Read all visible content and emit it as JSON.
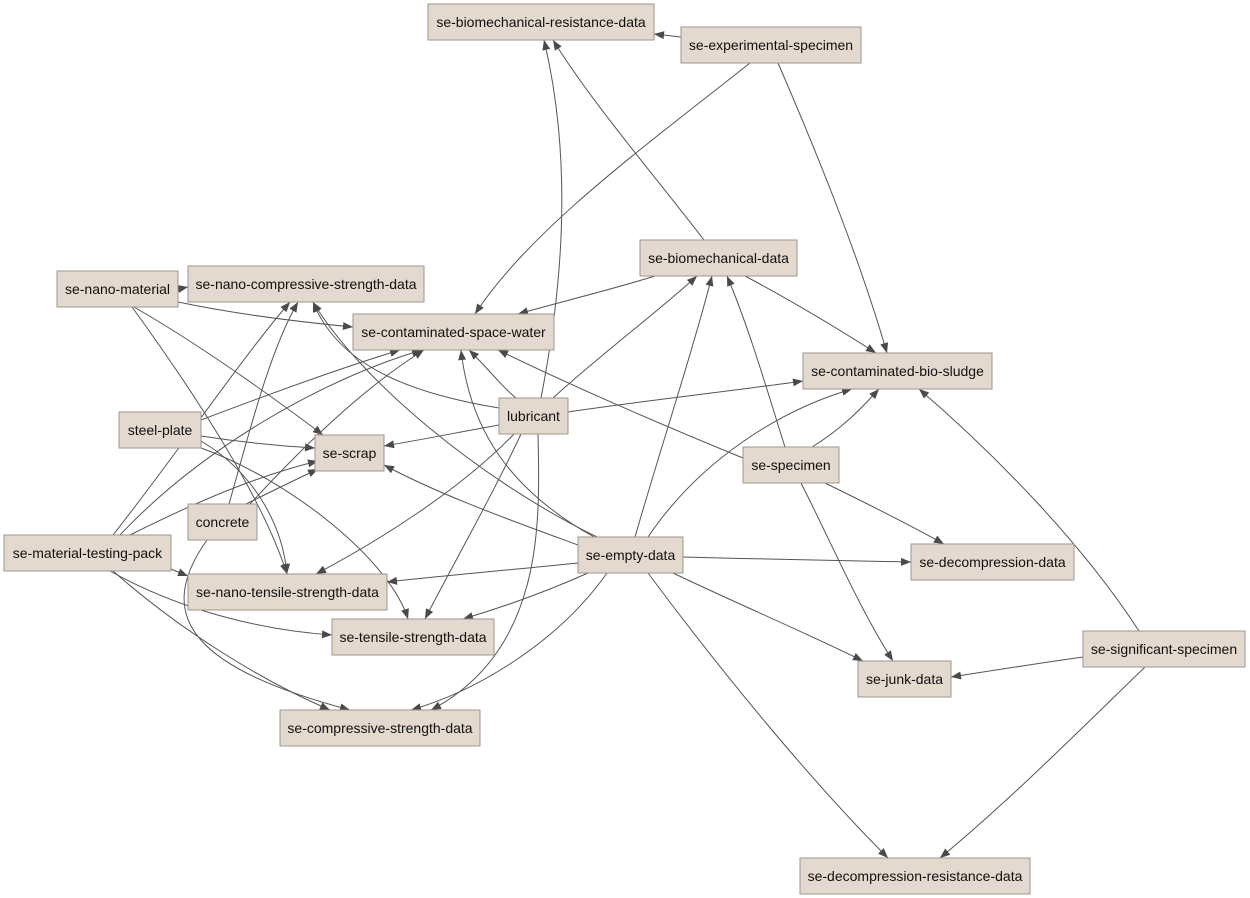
{
  "colors": {
    "node_fill": "#e3d9ce",
    "node_border": "#9d9690",
    "edge": "#555555",
    "arrow": "#4a4a4a",
    "text": "#111111"
  },
  "nodes": {
    "se-biomechanical-resistance-data": "se-biomechanical-resistance-data",
    "se-experimental-specimen": "se-experimental-specimen",
    "se-nano-material": "se-nano-material",
    "se-nano-compressive-strength-data": "se-nano-compressive-strength-data",
    "se-biomechanical-data": "se-biomechanical-data",
    "se-contaminated-space-water": "se-contaminated-space-water",
    "se-contaminated-bio-sludge": "se-contaminated-bio-sludge",
    "steel-plate": "steel-plate",
    "lubricant": "lubricant",
    "se-scrap": "se-scrap",
    "se-specimen": "se-specimen",
    "concrete": "concrete",
    "se-material-testing-pack": "se-material-testing-pack",
    "se-empty-data": "se-empty-data",
    "se-decompression-data": "se-decompression-data",
    "se-nano-tensile-strength-data": "se-nano-tensile-strength-data",
    "se-tensile-strength-data": "se-tensile-strength-data",
    "se-significant-specimen": "se-significant-specimen",
    "se-junk-data": "se-junk-data",
    "se-compressive-strength-data": "se-compressive-strength-data",
    "se-decompression-resistance-data": "se-decompression-resistance-data"
  },
  "edges": [
    {
      "from": "se-experimental-specimen",
      "to": "se-biomechanical-resistance-data"
    },
    {
      "from": "se-experimental-specimen",
      "to": "se-contaminated-space-water"
    },
    {
      "from": "se-experimental-specimen",
      "to": "se-contaminated-bio-sludge"
    },
    {
      "from": "se-biomechanical-data",
      "to": "se-biomechanical-resistance-data"
    },
    {
      "from": "se-biomechanical-data",
      "to": "se-contaminated-space-water"
    },
    {
      "from": "se-biomechanical-data",
      "to": "se-contaminated-bio-sludge"
    },
    {
      "from": "se-nano-material",
      "to": "se-nano-compressive-strength-data"
    },
    {
      "from": "se-nano-material",
      "to": "se-contaminated-space-water"
    },
    {
      "from": "se-nano-material",
      "to": "se-scrap"
    },
    {
      "from": "se-nano-material",
      "to": "se-nano-tensile-strength-data"
    },
    {
      "from": "steel-plate",
      "to": "se-contaminated-space-water"
    },
    {
      "from": "steel-plate",
      "to": "se-scrap"
    },
    {
      "from": "steel-plate",
      "to": "se-nano-tensile-strength-data"
    },
    {
      "from": "steel-plate",
      "to": "se-tensile-strength-data"
    },
    {
      "from": "lubricant",
      "to": "se-biomechanical-resistance-data"
    },
    {
      "from": "lubricant",
      "to": "se-nano-compressive-strength-data"
    },
    {
      "from": "lubricant",
      "to": "se-contaminated-space-water"
    },
    {
      "from": "lubricant",
      "to": "se-biomechanical-data"
    },
    {
      "from": "lubricant",
      "to": "se-contaminated-bio-sludge"
    },
    {
      "from": "lubricant",
      "to": "se-scrap"
    },
    {
      "from": "lubricant",
      "to": "se-nano-tensile-strength-data"
    },
    {
      "from": "lubricant",
      "to": "se-tensile-strength-data"
    },
    {
      "from": "lubricant",
      "to": "se-compressive-strength-data"
    },
    {
      "from": "se-specimen",
      "to": "se-contaminated-space-water"
    },
    {
      "from": "se-specimen",
      "to": "se-biomechanical-data"
    },
    {
      "from": "se-specimen",
      "to": "se-contaminated-bio-sludge"
    },
    {
      "from": "se-specimen",
      "to": "se-decompression-data"
    },
    {
      "from": "se-specimen",
      "to": "se-junk-data"
    },
    {
      "from": "concrete",
      "to": "se-nano-compressive-strength-data"
    },
    {
      "from": "concrete",
      "to": "se-contaminated-space-water"
    },
    {
      "from": "concrete",
      "to": "se-scrap"
    },
    {
      "from": "concrete",
      "to": "se-compressive-strength-data"
    },
    {
      "from": "se-material-testing-pack",
      "to": "se-nano-compressive-strength-data"
    },
    {
      "from": "se-material-testing-pack",
      "to": "se-contaminated-space-water"
    },
    {
      "from": "se-material-testing-pack",
      "to": "se-scrap"
    },
    {
      "from": "se-material-testing-pack",
      "to": "se-nano-tensile-strength-data"
    },
    {
      "from": "se-material-testing-pack",
      "to": "se-tensile-strength-data"
    },
    {
      "from": "se-material-testing-pack",
      "to": "se-compressive-strength-data"
    },
    {
      "from": "se-empty-data",
      "to": "se-nano-compressive-strength-data"
    },
    {
      "from": "se-empty-data",
      "to": "se-contaminated-space-water"
    },
    {
      "from": "se-empty-data",
      "to": "se-biomechanical-data"
    },
    {
      "from": "se-empty-data",
      "to": "se-contaminated-bio-sludge"
    },
    {
      "from": "se-empty-data",
      "to": "se-scrap"
    },
    {
      "from": "se-empty-data",
      "to": "se-decompression-data"
    },
    {
      "from": "se-empty-data",
      "to": "se-nano-tensile-strength-data"
    },
    {
      "from": "se-empty-data",
      "to": "se-tensile-strength-data"
    },
    {
      "from": "se-empty-data",
      "to": "se-junk-data"
    },
    {
      "from": "se-empty-data",
      "to": "se-compressive-strength-data"
    },
    {
      "from": "se-empty-data",
      "to": "se-decompression-resistance-data"
    },
    {
      "from": "se-significant-specimen",
      "to": "se-contaminated-bio-sludge"
    },
    {
      "from": "se-significant-specimen",
      "to": "se-junk-data"
    },
    {
      "from": "se-significant-specimen",
      "to": "se-decompression-resistance-data"
    }
  ]
}
